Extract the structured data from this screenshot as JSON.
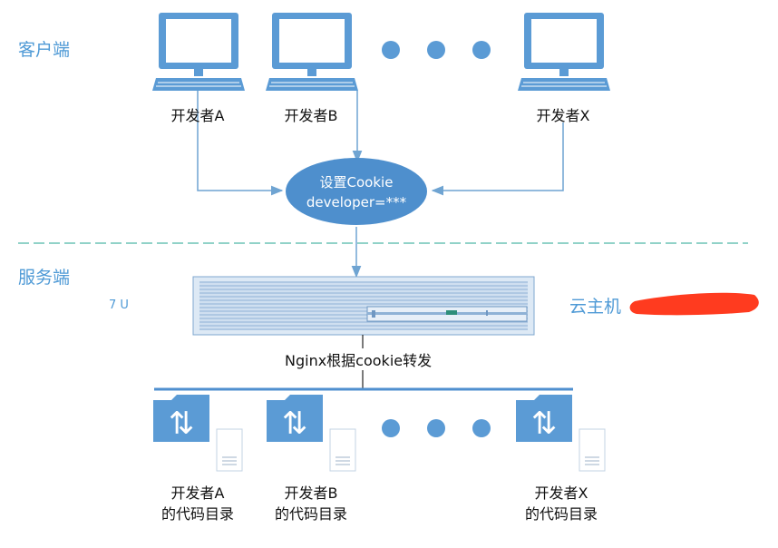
{
  "sections": {
    "client": "客户端",
    "server": "服务端"
  },
  "developers": [
    {
      "label": "开发者A"
    },
    {
      "label": "开发者B"
    },
    {
      "label": "开发者X"
    }
  ],
  "cookie_node": {
    "line1": "设置Cookie",
    "line2": "developer=***"
  },
  "server": {
    "unit": "7 U",
    "host_label": "云主机"
  },
  "nginx_label": "Nginx根据cookie转发",
  "directories": [
    {
      "line1": "开发者A",
      "line2": "的代码目录"
    },
    {
      "line1": "开发者B",
      "line2": "的代码目录"
    },
    {
      "line1": "开发者X",
      "line2": "的代码目录"
    }
  ],
  "colors": {
    "accent": "#4f9ad6",
    "arrow": "#6fa4d2",
    "ellipse": "#4e8fcd",
    "server_body": "#d4e4f3",
    "redaction": "#ff3b1f"
  },
  "icons": {
    "computer": "desktop-computer-icon",
    "folder": "transfer-folder-icon",
    "server": "rack-server-icon"
  }
}
